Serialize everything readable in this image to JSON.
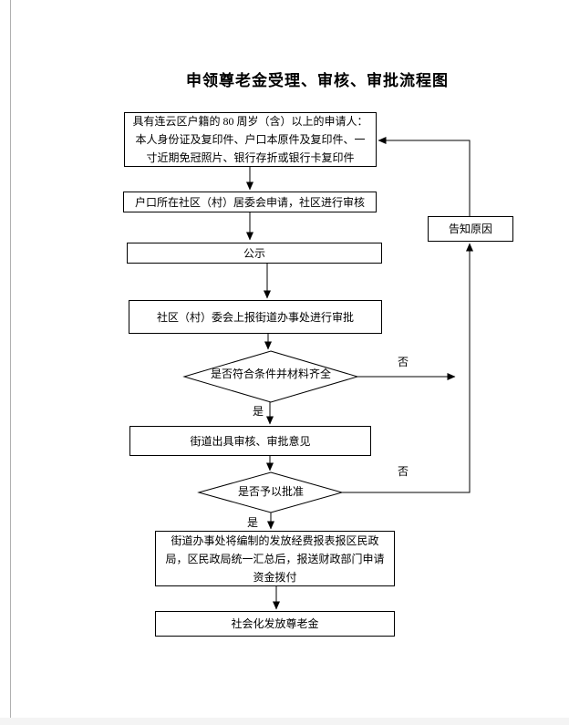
{
  "document": {
    "title": "申领尊老金受理、审核、审批流程图"
  },
  "flowchart": {
    "nodes": {
      "applicant": "具有连云区户籍的 80 周岁（含）以上的申请人：\n本人身份证及复印件、户口本原件及复印件、一\n寸近期免冠照片、银行存折或银行卡复印件",
      "community_apply": "户口所在社区（村）居委会申请，社区进行审核",
      "publicity": "公示",
      "community_report": "社区（村）委会上报街道办事处进行审批",
      "decision_eligibility": "是否符合条件并材料齐全",
      "street_opinion": "街道出具审核、审批意见",
      "decision_approval": "是否予以批准",
      "funds_report": "街道办事处将编制的发放经费报表报区民政\n局，区民政局统一汇总后，报送财政部门申请\n资金拨付",
      "social_distribution": "社会化发放尊老金",
      "notify_reason": "告知原因"
    },
    "labels": {
      "eligibility_yes": "是",
      "eligibility_no": "否",
      "approval_yes": "是",
      "approval_no": "否"
    }
  },
  "colors": {
    "line": "#000000",
    "node_border": "#000000",
    "node_fill": "#ffffff",
    "page_edge": "#b0b0b0",
    "bottom_strip": "#f4f4f4",
    "background": "#ffffff"
  }
}
